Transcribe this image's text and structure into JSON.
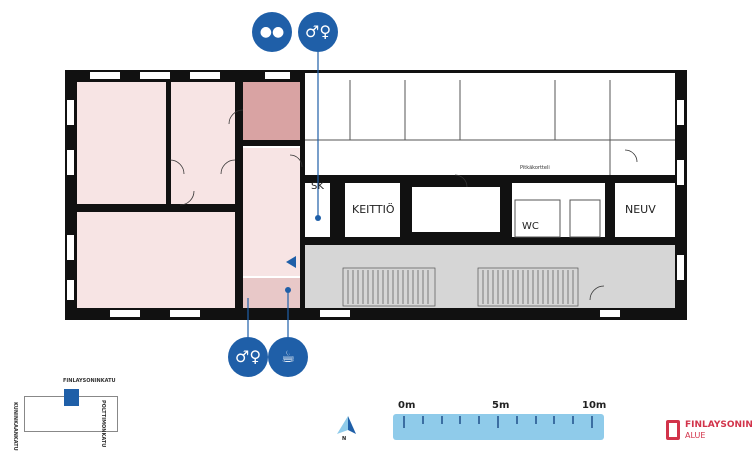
{
  "rooms": {
    "kitchen": "KEITTIÖ",
    "neuv": "NEUV",
    "wc": "WC",
    "sk": "SK",
    "corridor_small": "Pitkäkortteli"
  },
  "icons": {
    "top": [
      "group-icon",
      "restroom-icon"
    ],
    "bottom": [
      "restroom-icon",
      "coffee-icon"
    ]
  },
  "locator": {
    "street_north": "FINLAYSONINKATU",
    "street_east": "POLTTIMONKATU",
    "street_west": "KUNINKAANKATU"
  },
  "compass": {
    "label": "N"
  },
  "scale": {
    "labels": [
      "0m",
      "5m",
      "10m"
    ]
  },
  "logo": {
    "line1": "FINLAYSONIN",
    "line2": "ALUE"
  },
  "colors": {
    "accent": "#1f5fa8",
    "pink": "#f7e4e4",
    "dark_pink": "#d9a3a3",
    "grey": "#d6d6d6",
    "scale": "#8fcbea",
    "logo": "#d2334a"
  }
}
